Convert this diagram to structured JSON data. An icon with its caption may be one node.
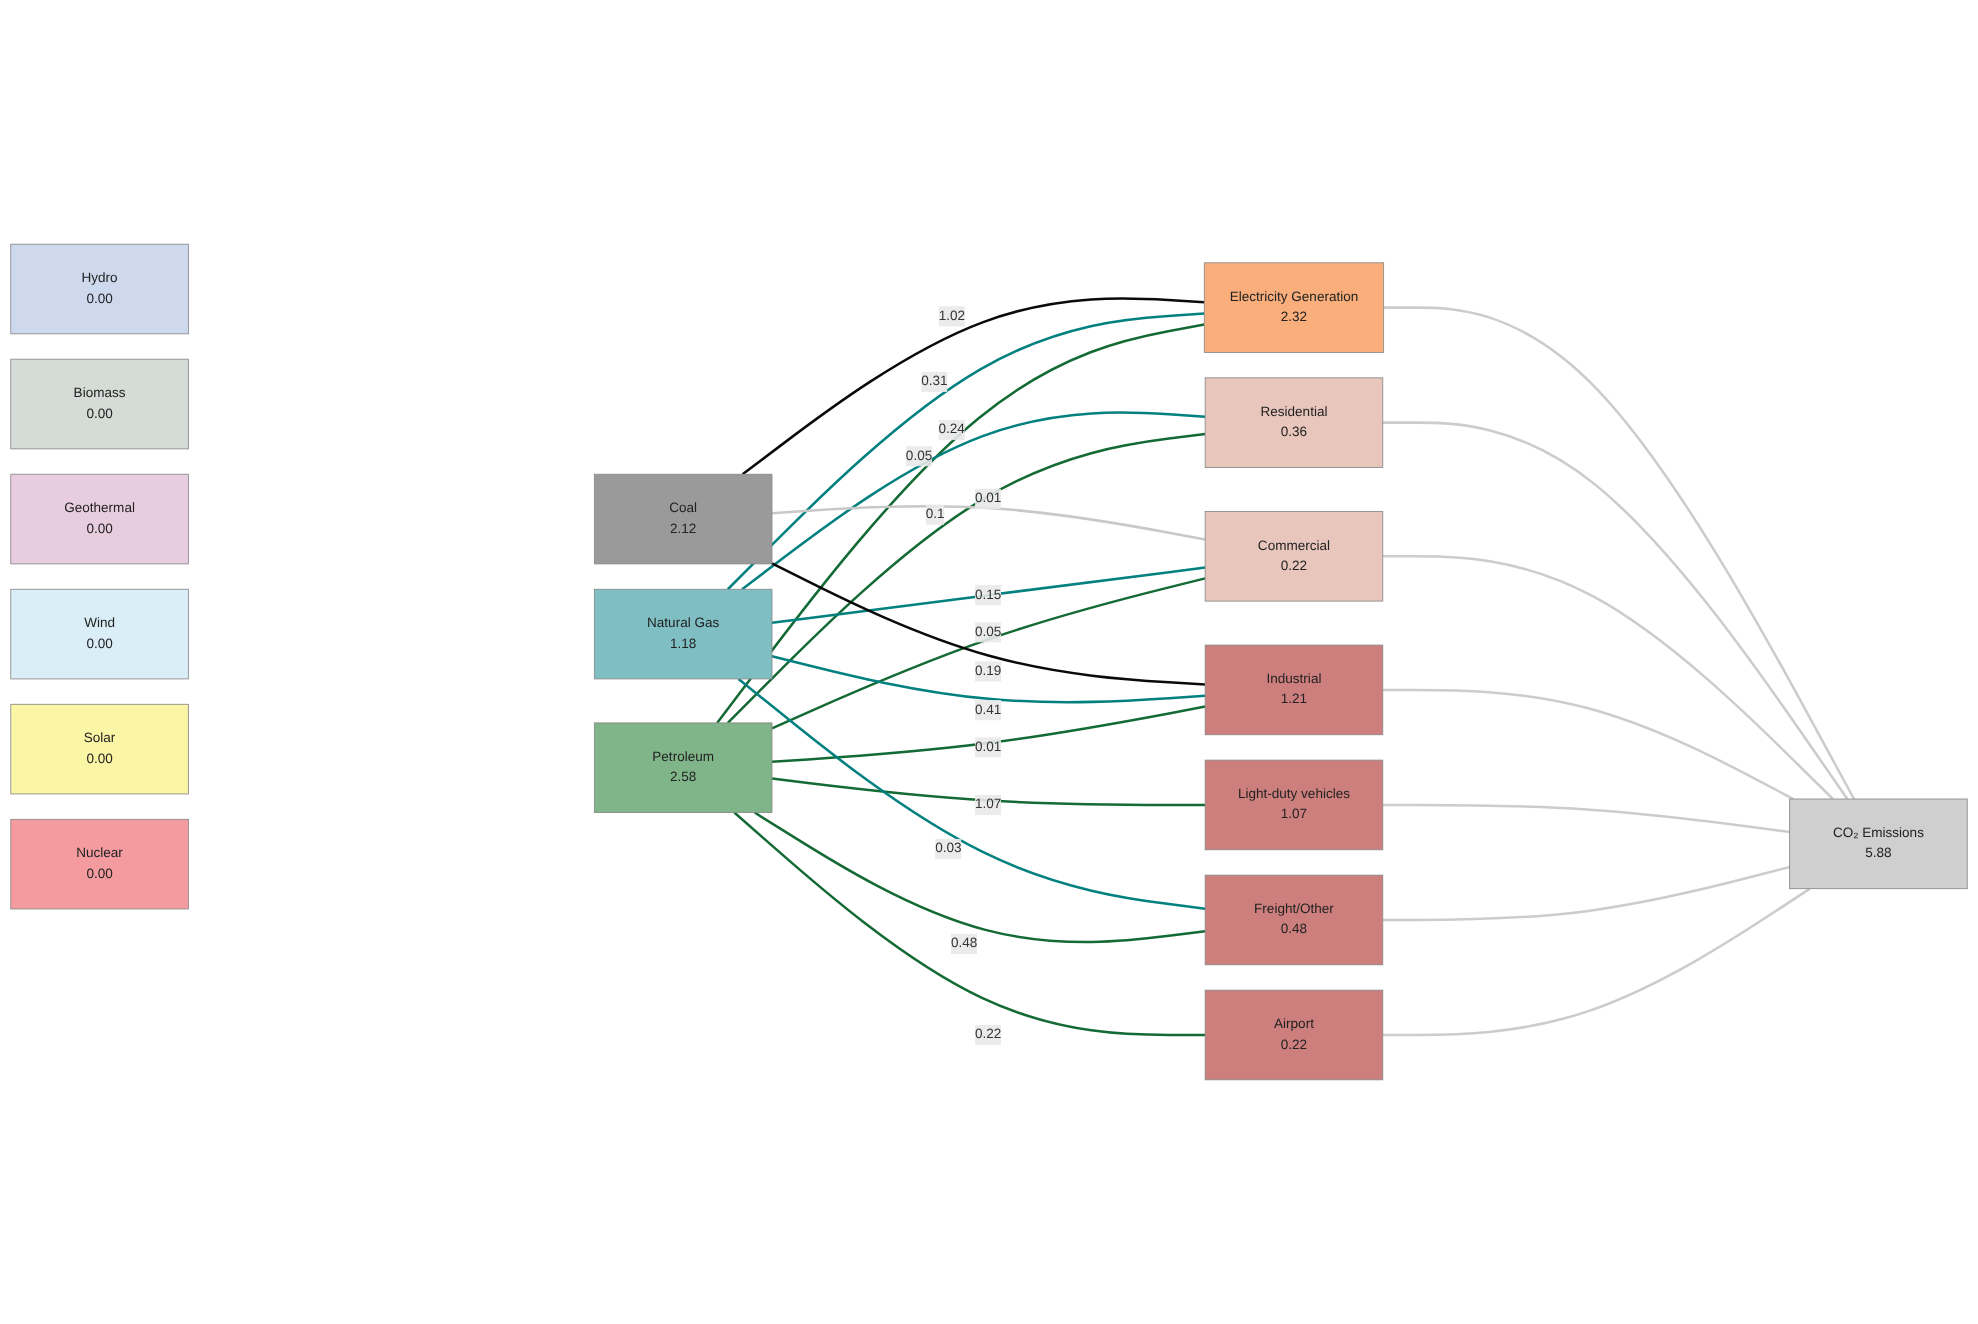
{
  "diagram": {
    "nodes": [
      {
        "text": [
          "Hydro",
          "0.00"
        ]
      },
      {
        "text": [
          "Biomass",
          "0.00"
        ]
      },
      {
        "text": [
          "Geothermal",
          "0.00"
        ]
      },
      {
        "text": [
          "Wind",
          "0.00"
        ]
      },
      {
        "text": [
          "Solar",
          "0.00"
        ]
      },
      {
        "text": [
          "Nuclear",
          "0.00"
        ]
      },
      {
        "text": [
          "Coal",
          "2.12"
        ]
      },
      {
        "text": [
          "Natural Gas",
          "1.18"
        ]
      },
      {
        "text": [
          "Petroleum",
          "2.58"
        ]
      },
      {
        "text": [
          "Electricity Generation",
          "2.32"
        ]
      },
      {
        "text": [
          "Residential",
          "0.36"
        ]
      },
      {
        "text": [
          "Commercial",
          "0.22"
        ]
      },
      {
        "text": [
          "Industrial",
          "1.21"
        ]
      },
      {
        "text": [
          "Light-duty vehicles",
          "1.07"
        ]
      },
      {
        "text": [
          "Freight/Other",
          "0.48"
        ]
      },
      {
        "text": [
          "Airport",
          "0.22"
        ]
      },
      {
        "text": [
          "CO₂ Emissions",
          "5.88"
        ]
      }
    ],
    "edges": [
      {
        "from": 6,
        "to": 9,
        "arrow": "none",
        "label": "1.02",
        "color": "#0a0a0a"
      },
      {
        "from": 7,
        "to": 9,
        "arrow": "none",
        "label": "0.31",
        "color": "#00807f"
      },
      {
        "from": 8,
        "to": 9,
        "arrow": "none",
        "label": "0.05",
        "color": "#146a34"
      },
      {
        "from": 7,
        "to": 10,
        "arrow": "none",
        "label": "0.24",
        "color": "#00807f"
      },
      {
        "from": 8,
        "to": 10,
        "arrow": "none",
        "label": "0.1",
        "color": "#146a34"
      },
      {
        "from": 6,
        "to": 11,
        "arrow": "none",
        "label": "0.01",
        "color": "#c8c8c8"
      },
      {
        "from": 7,
        "to": 11,
        "arrow": "none",
        "label": "0.15",
        "color": "#00807f"
      },
      {
        "from": 8,
        "to": 11,
        "arrow": "none",
        "label": "0.05",
        "color": "#146a34"
      },
      {
        "from": 6,
        "to": 12,
        "arrow": "none",
        "label": "0.19",
        "color": "#0a0a0a"
      },
      {
        "from": 7,
        "to": 12,
        "arrow": "none",
        "label": "0.41",
        "color": "#00807f"
      },
      {
        "from": 8,
        "to": 12,
        "arrow": "none",
        "label": "0.01",
        "color": "#146a34"
      },
      {
        "from": 8,
        "to": 13,
        "arrow": "none",
        "label": "1.07",
        "color": "#146a34"
      },
      {
        "from": 7,
        "to": 14,
        "arrow": "none",
        "label": "0.03",
        "color": "#00807f"
      },
      {
        "from": 8,
        "to": 14,
        "arrow": "none",
        "label": "0.48",
        "color": "#146a34"
      },
      {
        "from": 8,
        "to": 15,
        "arrow": "none",
        "label": "0.22",
        "color": "#146a34"
      },
      {
        "from": 9,
        "to": 16,
        "arrow": "none",
        "color": "#cccccc"
      },
      {
        "from": 10,
        "to": 16,
        "arrow": "none",
        "color": "#cccccc"
      },
      {
        "from": 11,
        "to": 16,
        "arrow": "none",
        "color": "#cccccc"
      },
      {
        "from": 12,
        "to": 16,
        "arrow": "none",
        "color": "#cccccc"
      },
      {
        "from": 13,
        "to": 16,
        "arrow": "none",
        "color": "#cccccc"
      },
      {
        "from": 14,
        "to": 16,
        "arrow": "none",
        "color": "#cccccc"
      },
      {
        "from": 15,
        "to": 16,
        "arrow": "none",
        "color": "#cccccc"
      }
    ]
  }
}
